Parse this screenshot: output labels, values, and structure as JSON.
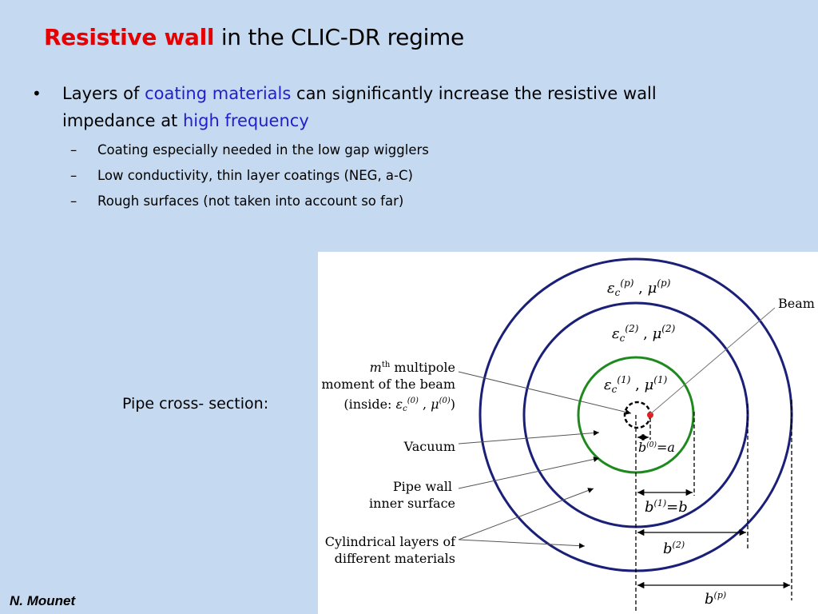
{
  "title": {
    "highlight": "Resistive wall",
    "rest": " in the CLIC-DR regime"
  },
  "bullet": {
    "part1": "Layers of ",
    "part2": "coating materials",
    "part3": " can significantly increase the resistive wall impedance at ",
    "part4": "high frequency",
    "subitems": [
      "Coating especially needed in the low gap wigglers",
      "Low conductivity, thin layer coatings (NEG, a-C)",
      "Rough surfaces (not taken into account so far)"
    ]
  },
  "pipe_label": "Pipe cross- section:",
  "figure": {
    "layer_p": {
      "eps": "ε",
      "eps_sub": "c",
      "eps_sup": "(p)",
      "sep": " , ",
      "mu": "μ",
      "mu_sup": "(p)"
    },
    "layer_2": {
      "eps": "ε",
      "eps_sub": "c",
      "eps_sup": "(2)",
      "sep": " , ",
      "mu": "μ",
      "mu_sup": "(2)"
    },
    "layer_1": {
      "eps": "ε",
      "eps_sub": "c",
      "eps_sup": "(1)",
      "sep": " , ",
      "mu": "μ",
      "mu_sup": "(1)"
    },
    "beam": "Beam",
    "multipole_m": "m",
    "multipole_th": "th",
    "multipole_rest": " multipole",
    "multipole_line2": "moment of the beam",
    "inside_prefix": "(inside: ",
    "inside_eps": "ε",
    "inside_sub": "c",
    "inside_sup": "(0)",
    "inside_sep": " , ",
    "inside_mu": "μ",
    "inside_mu_sup": "(0)",
    "inside_close": ")",
    "vacuum": "Vacuum",
    "pipe_wall_1": "Pipe wall",
    "pipe_wall_2": "inner surface",
    "layers_1": "Cylindrical layers of",
    "layers_2": "different materials",
    "b0": {
      "b": "b",
      "sup": "(0)",
      "rest": "=a"
    },
    "b1": {
      "b": "b",
      "sup": "(1)",
      "rest": "=b"
    },
    "b2": {
      "b": "b",
      "sup": "(2)"
    },
    "bp": {
      "b": "b",
      "sup": "(p)"
    }
  },
  "author": "N. Mounet",
  "colors": {
    "title_red": "#e60000",
    "link_blue": "#1f1fd0",
    "ring_navy": "#1a1f78",
    "ring_green": "#1e8a1e",
    "beam_red": "#e02020",
    "background": "#c5d9f0"
  }
}
